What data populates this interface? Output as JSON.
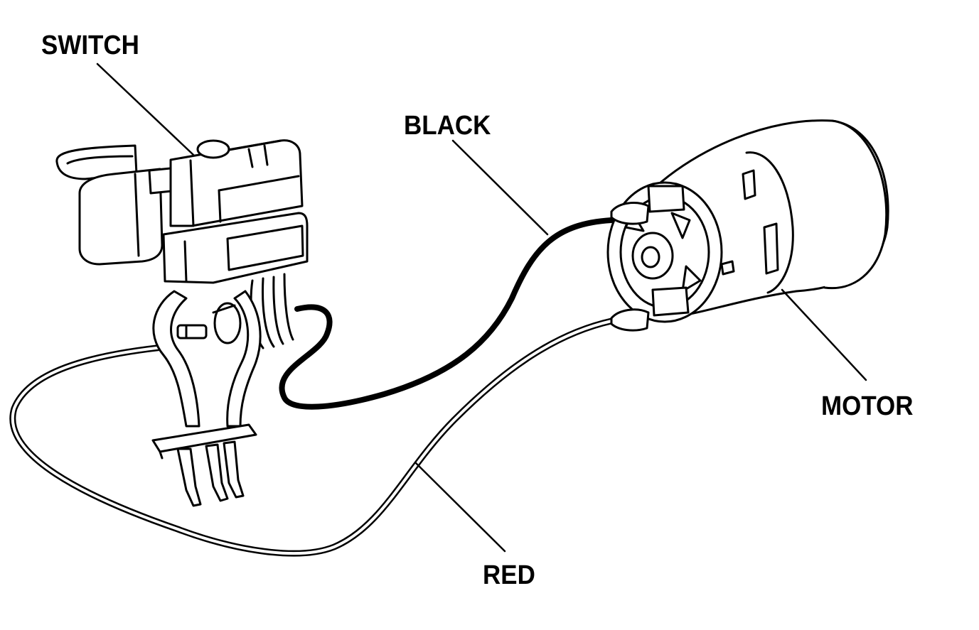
{
  "labels": {
    "switch": "SWITCH",
    "black": "BLACK",
    "motor": "MOTOR",
    "red": "RED"
  },
  "colors": {
    "ink": "#000000",
    "paper": "#ffffff"
  }
}
